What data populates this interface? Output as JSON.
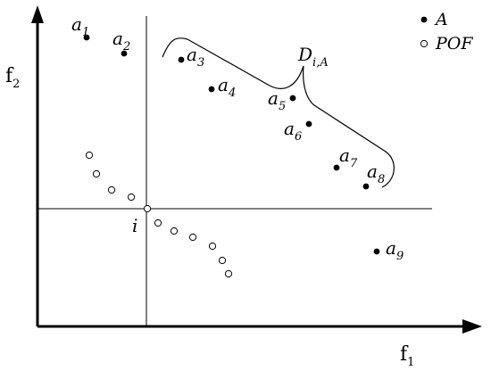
{
  "axes": {
    "x_label": "f",
    "x_label_sub": "1",
    "y_label": "f",
    "y_label_sub": "2"
  },
  "legend": {
    "filled_label": "A",
    "hollow_label": "POF"
  },
  "points_a": [
    {
      "base": "a",
      "sub": "1"
    },
    {
      "base": "a",
      "sub": "2"
    },
    {
      "base": "a",
      "sub": "3"
    },
    {
      "base": "a",
      "sub": "4"
    },
    {
      "base": "a",
      "sub": "5"
    },
    {
      "base": "a",
      "sub": "6"
    },
    {
      "base": "a",
      "sub": "7"
    },
    {
      "base": "a",
      "sub": "8"
    },
    {
      "base": "a",
      "sub": "9"
    }
  ],
  "reference_point": {
    "label": "i"
  },
  "distance_label": {
    "base": "D",
    "sub": "i,A"
  },
  "colors": {
    "ink": "#000000",
    "background": "#ffffff"
  }
}
